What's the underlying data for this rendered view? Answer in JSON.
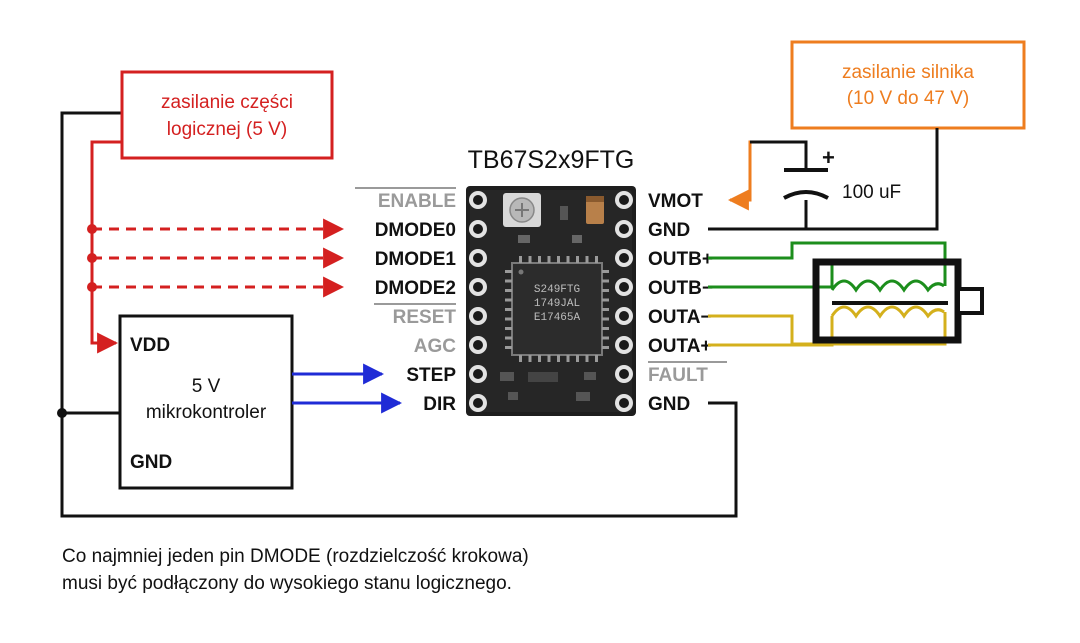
{
  "board": {
    "title": "TB67S2x9FTG",
    "chip_lines": [
      "S249FTG",
      "1749JAL",
      "E17465A"
    ]
  },
  "left_pins": [
    {
      "label": "ENABLE",
      "dim": true,
      "overbar": true
    },
    {
      "label": "DMODE0",
      "dim": false,
      "overbar": false
    },
    {
      "label": "DMODE1",
      "dim": false,
      "overbar": false
    },
    {
      "label": "DMODE2",
      "dim": false,
      "overbar": false
    },
    {
      "label": "RESET",
      "dim": true,
      "overbar": true
    },
    {
      "label": "AGC",
      "dim": true,
      "overbar": false
    },
    {
      "label": "STEP",
      "dim": false,
      "overbar": false
    },
    {
      "label": "DIR",
      "dim": false,
      "overbar": false
    }
  ],
  "right_pins": [
    {
      "label": "VMOT",
      "dim": false,
      "overbar": false
    },
    {
      "label": "GND",
      "dim": false,
      "overbar": false
    },
    {
      "label": "OUTB+",
      "dim": false,
      "overbar": false
    },
    {
      "label": "OUTB−",
      "dim": false,
      "overbar": false
    },
    {
      "label": "OUTA−",
      "dim": false,
      "overbar": false
    },
    {
      "label": "OUTA+",
      "dim": false,
      "overbar": false
    },
    {
      "label": "FAULT",
      "dim": true,
      "overbar": true
    },
    {
      "label": "GND",
      "dim": false,
      "overbar": false
    }
  ],
  "logic_supply": {
    "line1": "zasilanie części",
    "line2": "logicznej (5 V)"
  },
  "motor_supply": {
    "line1": "zasilanie silnika",
    "line2": "(10 V do 47 V)"
  },
  "capacitor": {
    "label": "100 uF",
    "polarity": "+"
  },
  "microcontroller": {
    "vdd": "VDD",
    "gnd": "GND",
    "line1": "5 V",
    "line2": "mikrokontroler"
  },
  "note": {
    "line1": "Co najmniej jeden pin DMODE (rozdzielczość krokowa)",
    "line2": "musi być podłączony do wysokiego stanu logicznego."
  },
  "colors": {
    "logic": "#d42020",
    "motor": "#ee7d1f",
    "signal": "#1f2bd6",
    "coil_b": "#1c8e1c",
    "coil_a": "#d4b01c",
    "wire": "#111111",
    "board": "#1e1e1e"
  }
}
